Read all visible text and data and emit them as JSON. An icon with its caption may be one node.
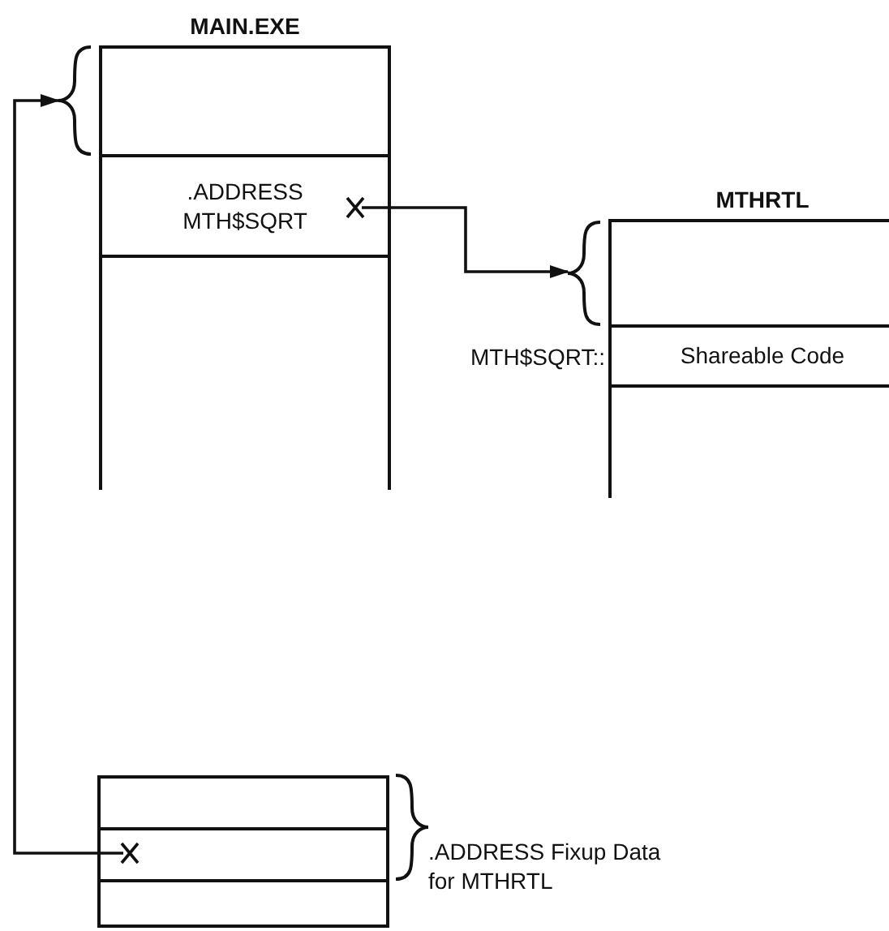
{
  "diagram": {
    "nodes": [
      {
        "text": [
          "MAIN.EXE"
        ]
      },
      {
        "text": [
          ".ADDRESS MTH$SQRT"
        ]
      },
      {
        "text": [],
        "shape": "box"
      },
      {
        "text": [
          "MTHRTL"
        ]
      },
      {
        "text": [
          "Shareable Code"
        ],
        "beside": [
          "MTH$SQRT::"
        ]
      },
      {
        "text": [],
        "shape": "box"
      },
      {
        "text": [],
        "shape": "box"
      },
      {
        "text": [],
        "shape": "box",
        "beside": [
          ".ADDRESS Fixup Data for MTHRTL"
        ]
      },
      {
        "text": [],
        "shape": "box"
      }
    ],
    "edges": [
      {
        "from": 1,
        "to": 3,
        "arrow": "to"
      },
      {
        "from": 7,
        "to": 0,
        "arrow": "to"
      }
    ]
  }
}
